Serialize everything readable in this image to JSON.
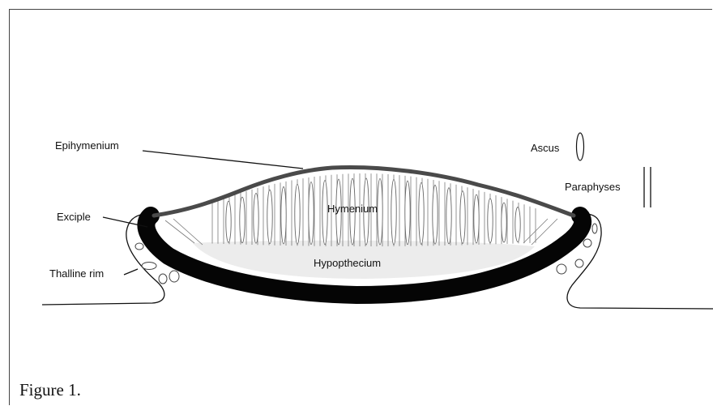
{
  "labels": {
    "epihymenium": "Epihymenium",
    "exciple": "Exciple",
    "thalline_rim": "Thalline rim",
    "hymenium": "Hymenium",
    "hypothecium": "Hypopthecium",
    "ascus": "Ascus",
    "paraphyses": "Paraphyses"
  },
  "caption": "Figure 1."
}
